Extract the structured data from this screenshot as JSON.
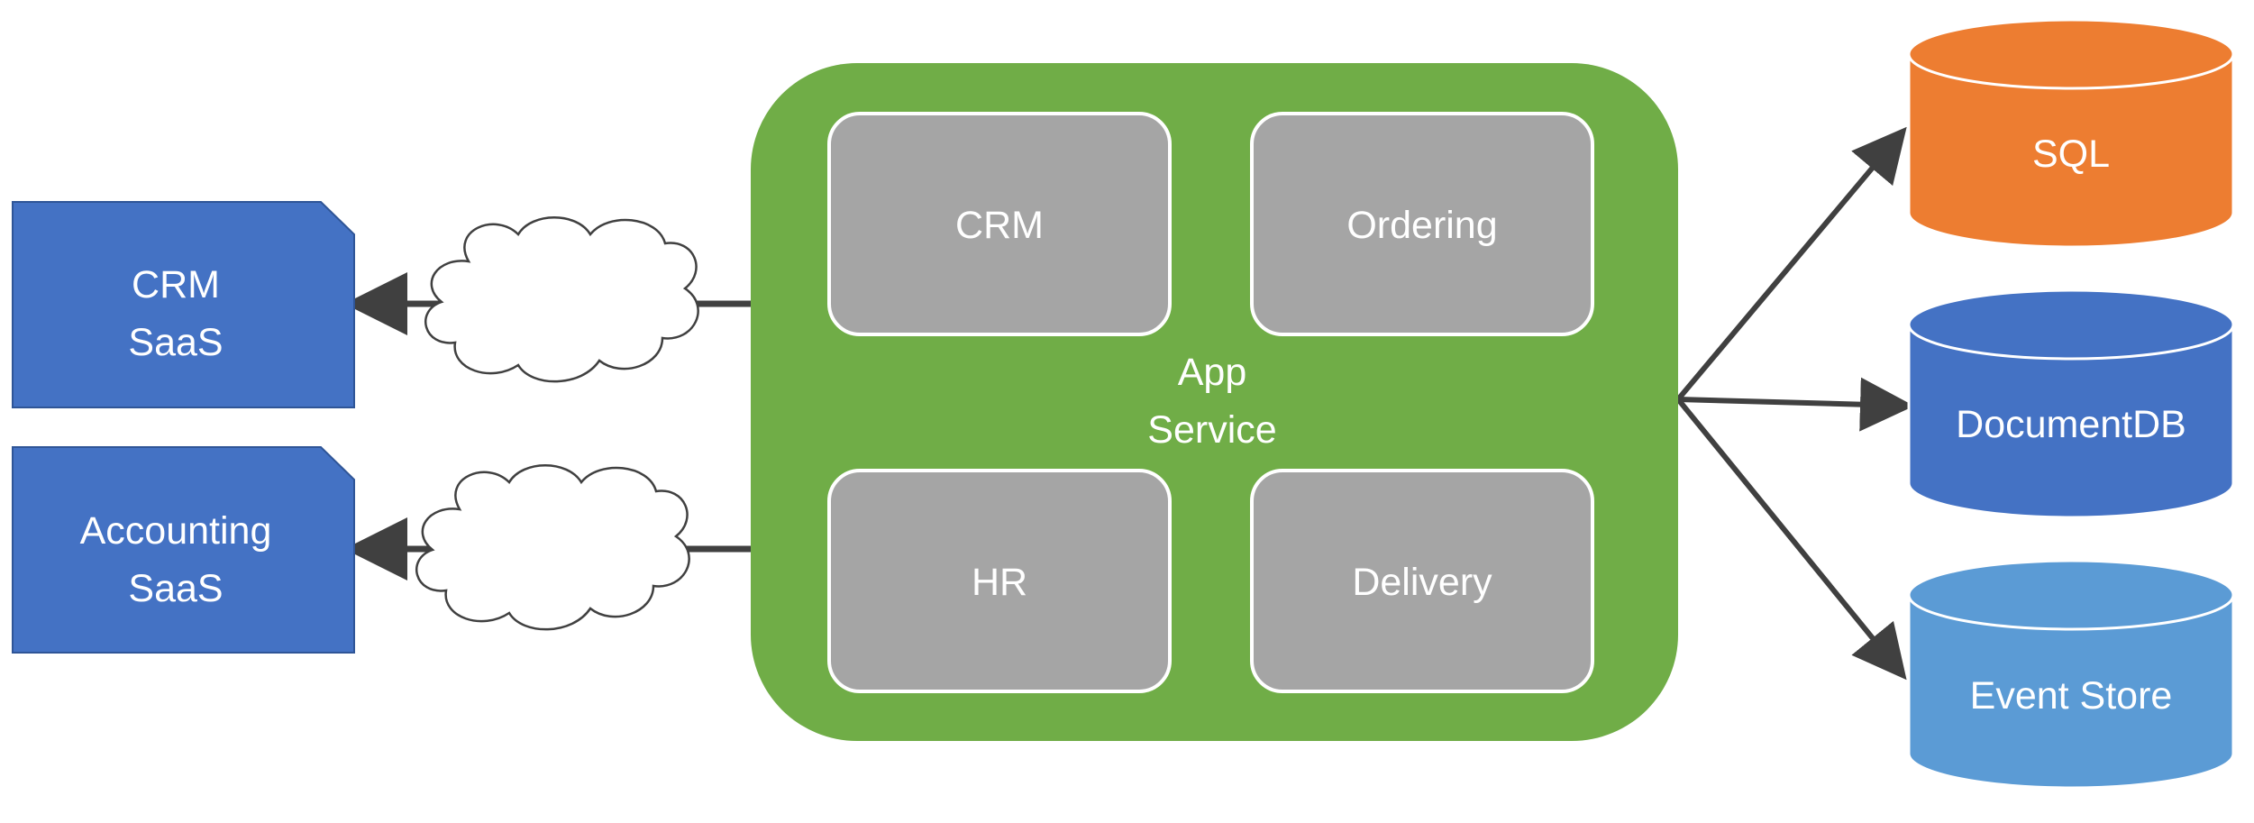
{
  "saas": [
    {
      "line1": "CRM",
      "line2": "SaaS",
      "color": "#4472C4"
    },
    {
      "line1": "Accounting",
      "line2": "SaaS",
      "color": "#4472C4"
    }
  ],
  "app_service": {
    "line1": "App",
    "line2": "Service",
    "color": "#70AD47",
    "modules": [
      "CRM",
      "Ordering",
      "HR",
      "Delivery"
    ],
    "module_color": "#A5A5A5"
  },
  "databases": [
    {
      "label": "SQL",
      "color": "#ED7D31"
    },
    {
      "label": "DocumentDB",
      "color": "#4472C4"
    },
    {
      "label": "Event Store",
      "color": "#5B9BD5"
    }
  ],
  "connector_color": "#404040"
}
